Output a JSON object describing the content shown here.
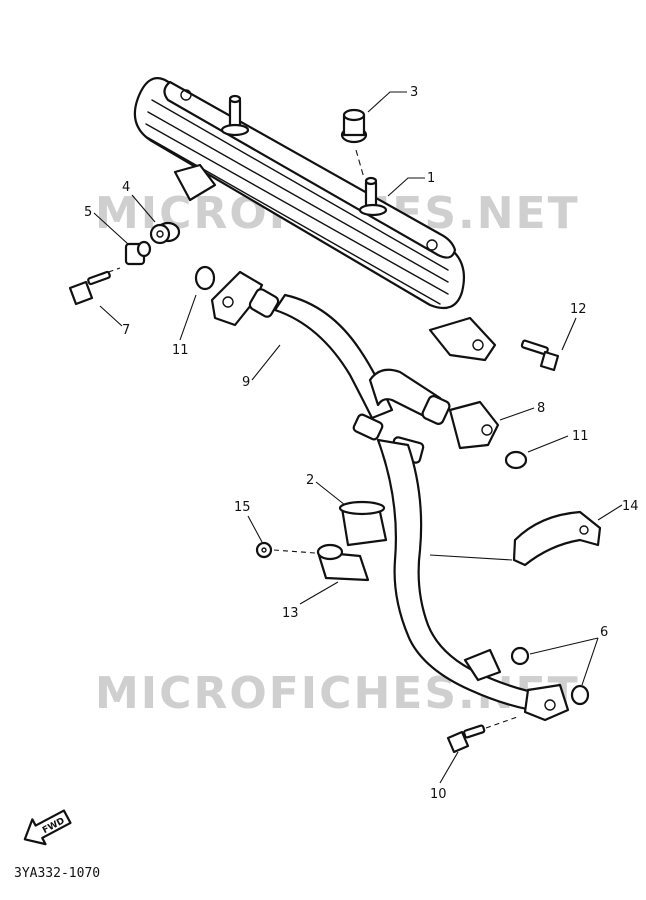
{
  "watermark": "MICROFICHES.NET",
  "diagram_code": "3YA332-1070",
  "forward_label": "FWD",
  "callouts": {
    "c1": "1",
    "c2": "2",
    "c3": "3",
    "c4": "4",
    "c5": "5",
    "c6": "6",
    "c7": "7",
    "c8": "8",
    "c9": "9",
    "c10": "10",
    "c11a": "11",
    "c11b": "11",
    "c12": "12",
    "c13": "13",
    "c14": "14",
    "c15": "15"
  }
}
